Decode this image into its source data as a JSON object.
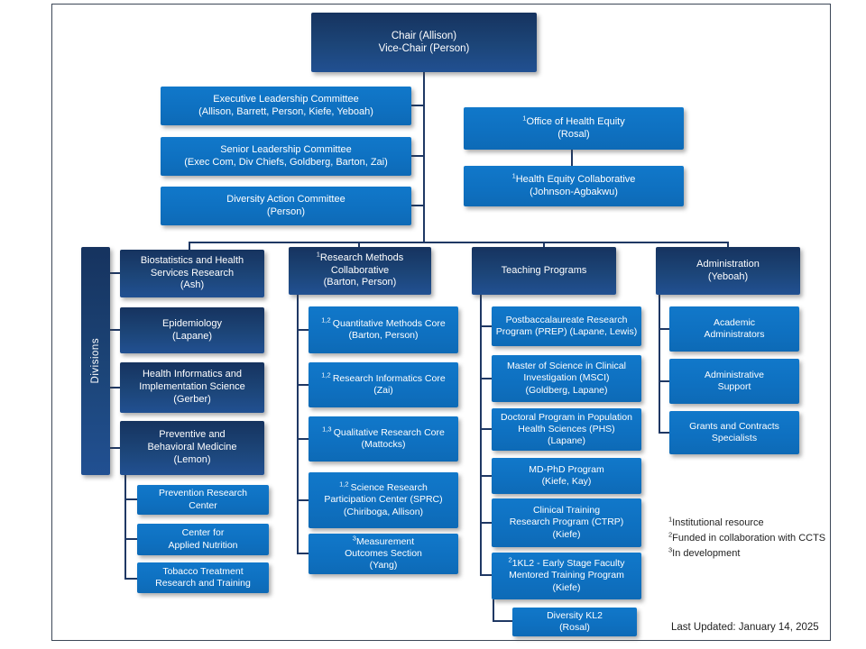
{
  "title": "Department organizational chart",
  "colors": {
    "dark_navy": "#1C4578",
    "medium_blue": "#0E70C0",
    "connector": "#1F3864",
    "frame_border": "#3C4757"
  },
  "nodes": {
    "chair": {
      "label": "Chair (Allison)\nVice-Chair (Person)"
    },
    "exec_committee": {
      "label": "Executive Leadership Committee\n(Allison, Barrett, Person, Kiefe, Yeboah)"
    },
    "senior_committee": {
      "label": "Senior Leadership Committee\n(Exec Com, Div Chiefs, Goldberg, Barton, Zai)"
    },
    "diversity_action": {
      "label": "Diversity Action Committee\n(Person)"
    },
    "office_health_equity": {
      "sup": "1",
      "label": "Office of Health Equity\n(Rosal)"
    },
    "health_equity_collaborative": {
      "sup": "1",
      "label": "Health Equity Collaborative\n(Johnson-Agbakwu)"
    },
    "divisions_rail": {
      "label": "Divisions"
    },
    "biostatistics": {
      "label": "Biostatistics and Health\nServices Research\n(Ash)"
    },
    "epidemiology": {
      "label": "Epidemiology\n(Lapane)"
    },
    "health_informatics": {
      "label": "Health Informatics and\nImplementation Science\n(Gerber)"
    },
    "preventive_behavioral": {
      "label": "Preventive and\nBehavioral Medicine\n(Lemon)"
    },
    "prevention_research_center": {
      "label": "Prevention Research\nCenter"
    },
    "center_applied_nutrition": {
      "label": "Center for\nApplied Nutrition"
    },
    "tobacco_treatment": {
      "label": "Tobacco Treatment\nResearch and Training"
    },
    "research_methods_collaborative": {
      "sup": "1",
      "label": "Research Methods\nCollaborative\n(Barton, Person)"
    },
    "quantitative_methods_core": {
      "sup": "1,2 ",
      "label": "Quantitative Methods Core\n(Barton, Person)"
    },
    "research_informatics_core": {
      "sup": "1,2 ",
      "label": "Research Informatics Core\n(Zai)"
    },
    "qualitative_research_core": {
      "sup": "1,3 ",
      "label": "Qualitative Research Core\n(Mattocks)"
    },
    "sprc": {
      "sup": "1,2 ",
      "label": "Science Research\nParticipation Center (SPRC)\n(Chiriboga, Allison)"
    },
    "measurement_outcomes": {
      "sup": "3",
      "label": "Measurement\nOutcomes Section\n(Yang)"
    },
    "teaching_programs": {
      "label": "Teaching Programs"
    },
    "prep": {
      "label": "Postbaccalaureate Research\nProgram (PREP) (Lapane, Lewis)"
    },
    "msci": {
      "label": "Master of Science in Clinical\nInvestigation (MSCI)\n(Goldberg, Lapane)"
    },
    "phs": {
      "label": "Doctoral Program in Population\nHealth Sciences (PHS)\n(Lapane)"
    },
    "md_phd": {
      "label": "MD-PhD Program\n(Kiefe, Kay)"
    },
    "ctrp": {
      "label": "Clinical Training\nResearch Program (CTRP)\n(Kiefe)"
    },
    "kl2": {
      "sup": "2",
      "label": "1KL2 - Early Stage Faculty\nMentored Training Program\n(Kiefe)"
    },
    "diversity_kl2": {
      "label": "Diversity KL2\n(Rosal)"
    },
    "administration": {
      "label": "Administration\n(Yeboah)"
    },
    "academic_administrators": {
      "label": "Academic\nAdministrators"
    },
    "administrative_support": {
      "label": "Administrative\nSupport"
    },
    "grants_contracts": {
      "label": "Grants and Contracts\nSpecialists"
    }
  },
  "footnotes": [
    {
      "sup": "1",
      "text": "Institutional resource"
    },
    {
      "sup": "2",
      "text": "Funded in collaboration with CCTS"
    },
    {
      "sup": "3",
      "text": "In development"
    }
  ],
  "last_updated": "Last Updated: January 14, 2025"
}
